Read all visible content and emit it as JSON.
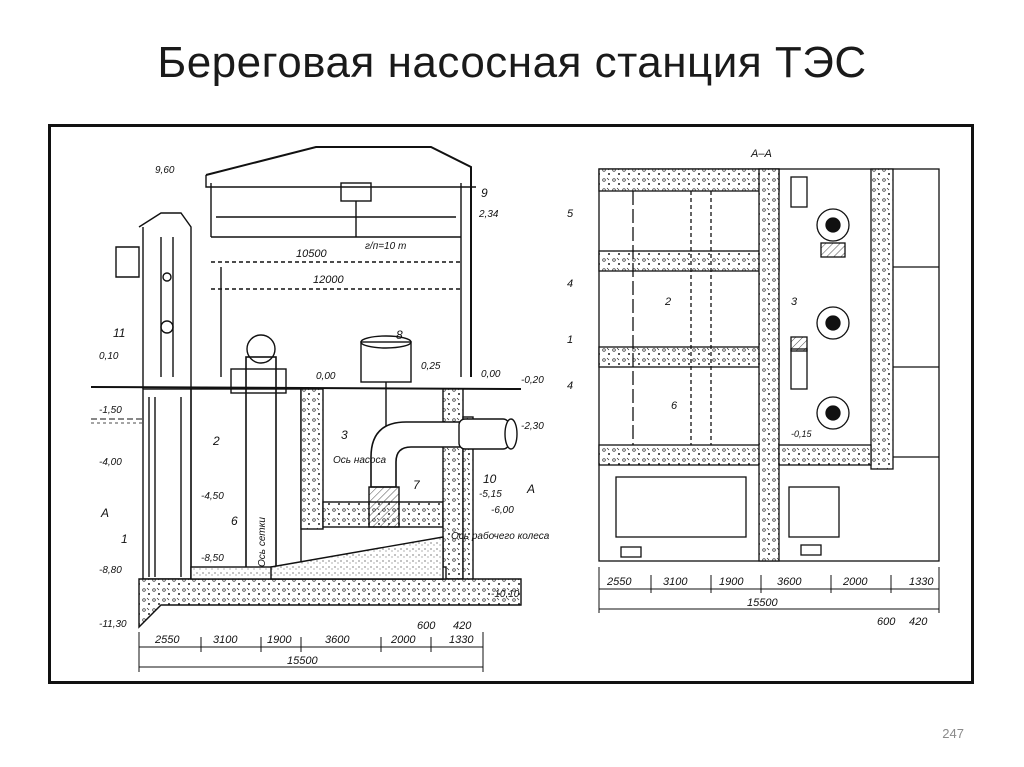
{
  "slide": {
    "title": "Береговая насосная станция ТЭС",
    "page_number": "247"
  },
  "section_view": {
    "levels": [
      "9,60",
      "0,10",
      "-1,50",
      "-4,00",
      "-4,50",
      "-8,50",
      "-8,80",
      "-11,30",
      "0,00",
      "0,25",
      "0,00",
      "-0,20",
      "-2,30",
      "-5,15",
      "-6,00",
      "-10,10"
    ],
    "spans": [
      "10500",
      "12000"
    ],
    "crane": "г/п=10 т",
    "elevation_234": "2,34",
    "callouts": [
      "1",
      "2",
      "3",
      "6",
      "7",
      "8",
      "9",
      "10",
      "11"
    ],
    "axis_screen": "Ось сетки",
    "axis_pump": "Ось насоса",
    "axis_impeller": "Ось рабочего колеса",
    "section_mark": "А",
    "dims": [
      "2550",
      "3100",
      "1900",
      "3600",
      "2000",
      "600",
      "420",
      "1330"
    ],
    "total": "15500"
  },
  "plan_view": {
    "header": "А–А",
    "callouts": [
      "5",
      "4",
      "1",
      "4",
      "2",
      "3",
      "6"
    ],
    "level": "-0,15",
    "dims": [
      "2550",
      "3100",
      "1900",
      "3600",
      "2000",
      "1330"
    ],
    "total": "15500",
    "subdims": [
      "600",
      "420"
    ]
  }
}
